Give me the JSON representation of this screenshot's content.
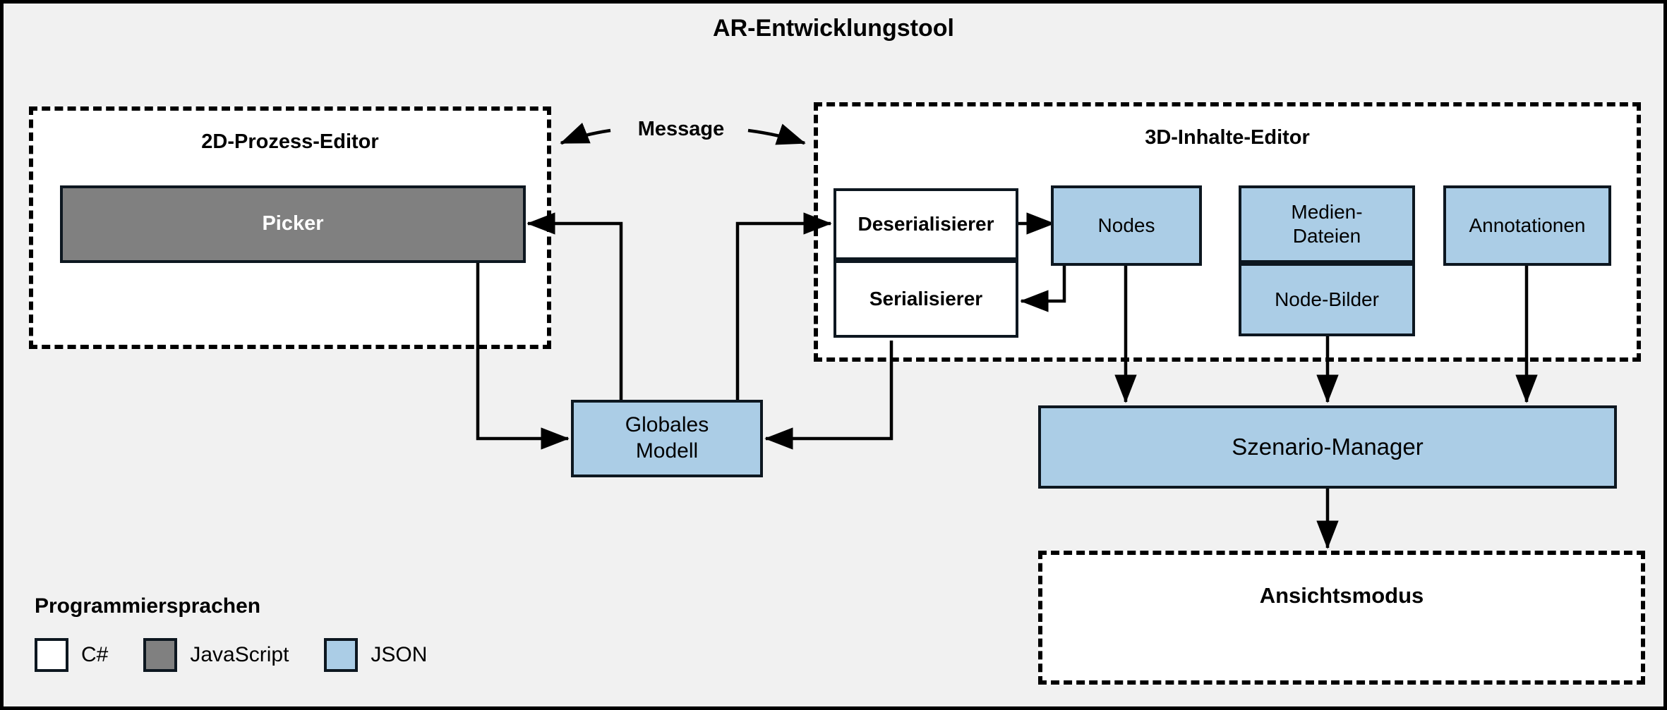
{
  "diagram": {
    "title": "AR-Entwicklungstool",
    "background_color": "#f1f1f1",
    "border_color": "#000000"
  },
  "panels": {
    "process_editor": {
      "title": "2D-Prozess-Editor",
      "style": "dashed"
    },
    "content_editor": {
      "title": "3D-Inhalte-Editor",
      "style": "dashed"
    },
    "view_mode": {
      "title": "Ansichtsmodus",
      "style": "dashed"
    }
  },
  "connector_labels": {
    "message": "Message"
  },
  "nodes": {
    "picker": {
      "label": "Picker",
      "language": "JavaScript",
      "fill": "#808080"
    },
    "deserializer": {
      "label": "Deserialisierer",
      "language": "C#",
      "fill": "#ffffff"
    },
    "serializer": {
      "label": "Serialisierer",
      "language": "C#",
      "fill": "#ffffff"
    },
    "nodes": {
      "label": "Nodes",
      "language": "JSON",
      "fill": "#abcde6"
    },
    "media_files": {
      "label": "Medien-Dateien",
      "line1": "Medien-",
      "line2": "Dateien",
      "language": "JSON",
      "fill": "#abcde6"
    },
    "node_images": {
      "label": "Node-Bilder",
      "language": "JSON",
      "fill": "#abcde6"
    },
    "annotations": {
      "label": "Annotationen",
      "language": "JSON",
      "fill": "#abcde6"
    },
    "global_model": {
      "label": "Globales Modell",
      "line1": "Globales",
      "line2": "Modell",
      "language": "JSON",
      "fill": "#abcde6"
    },
    "scenario_manager": {
      "label": "Szenario-Manager",
      "language": "JSON",
      "fill": "#abcde6"
    }
  },
  "legend": {
    "title": "Programmiersprachen",
    "items": [
      {
        "label": "C#",
        "color": "#ffffff"
      },
      {
        "label": "JavaScript",
        "color": "#808080"
      },
      {
        "label": "JSON",
        "color": "#abcde6"
      }
    ]
  }
}
